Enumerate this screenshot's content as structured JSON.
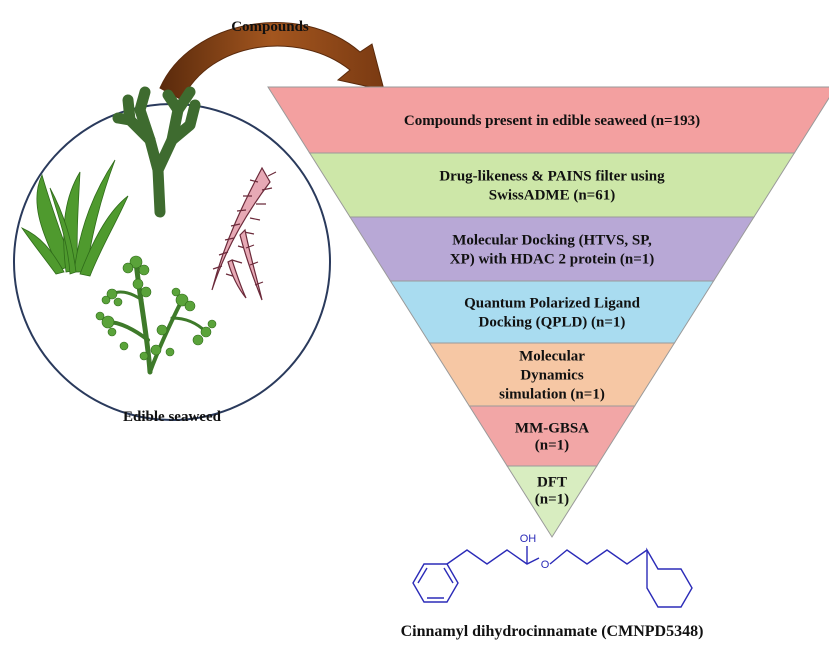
{
  "arrow_label": "Compounds",
  "seaweed_label": "Edible seaweed",
  "funnel_layers": [
    {
      "lines": [
        "Compounds present in edible seaweed (n=193)"
      ],
      "color": "#f3a0a0"
    },
    {
      "lines": [
        "Drug-likeness & PAINS filter using",
        "SwissADME (n=61)"
      ],
      "color": "#cde7a8"
    },
    {
      "lines": [
        "Molecular Docking (HTVS, SP,",
        "XP) with HDAC 2 protein (n=1)"
      ],
      "color": "#b8a8d6"
    },
    {
      "lines": [
        "Quantum Polarized Ligand",
        "Docking (QPLD) (n=1)"
      ],
      "color": "#a9dcf0"
    },
    {
      "lines": [
        "Molecular",
        "Dynamics",
        "simulation (n=1)"
      ],
      "color": "#f6c7a4"
    },
    {
      "lines": [
        "MM-GBSA",
        "(n=1)"
      ],
      "color": "#f2a6a6"
    },
    {
      "lines": [
        "DFT",
        "(n=1)"
      ],
      "color": "#d8edc0"
    }
  ],
  "molecule": {
    "oh_label": "OH",
    "o_label": "O",
    "bond_color": "#2b2bb8"
  },
  "molecule_caption": "Cinnamyl dihydrocinnamate (CMNPD5348)",
  "colors": {
    "arrow": "#8b4a1e",
    "circle_border": "#2a3a5c"
  }
}
